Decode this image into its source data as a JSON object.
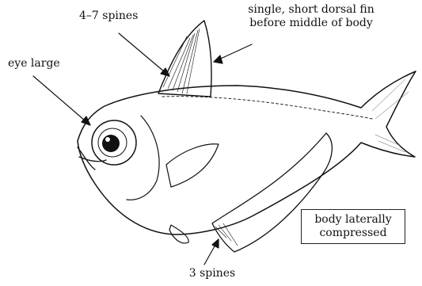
{
  "labels": {
    "spines_4_7": "4–7 spines",
    "dorsal_fin": "single, short dorsal fin before middle of body",
    "eye_large": "eye large",
    "spines_3": "3 spines",
    "body_compressed": "body laterally compressed"
  },
  "colors": {
    "ink": "#111111",
    "background": "#ffffff"
  }
}
